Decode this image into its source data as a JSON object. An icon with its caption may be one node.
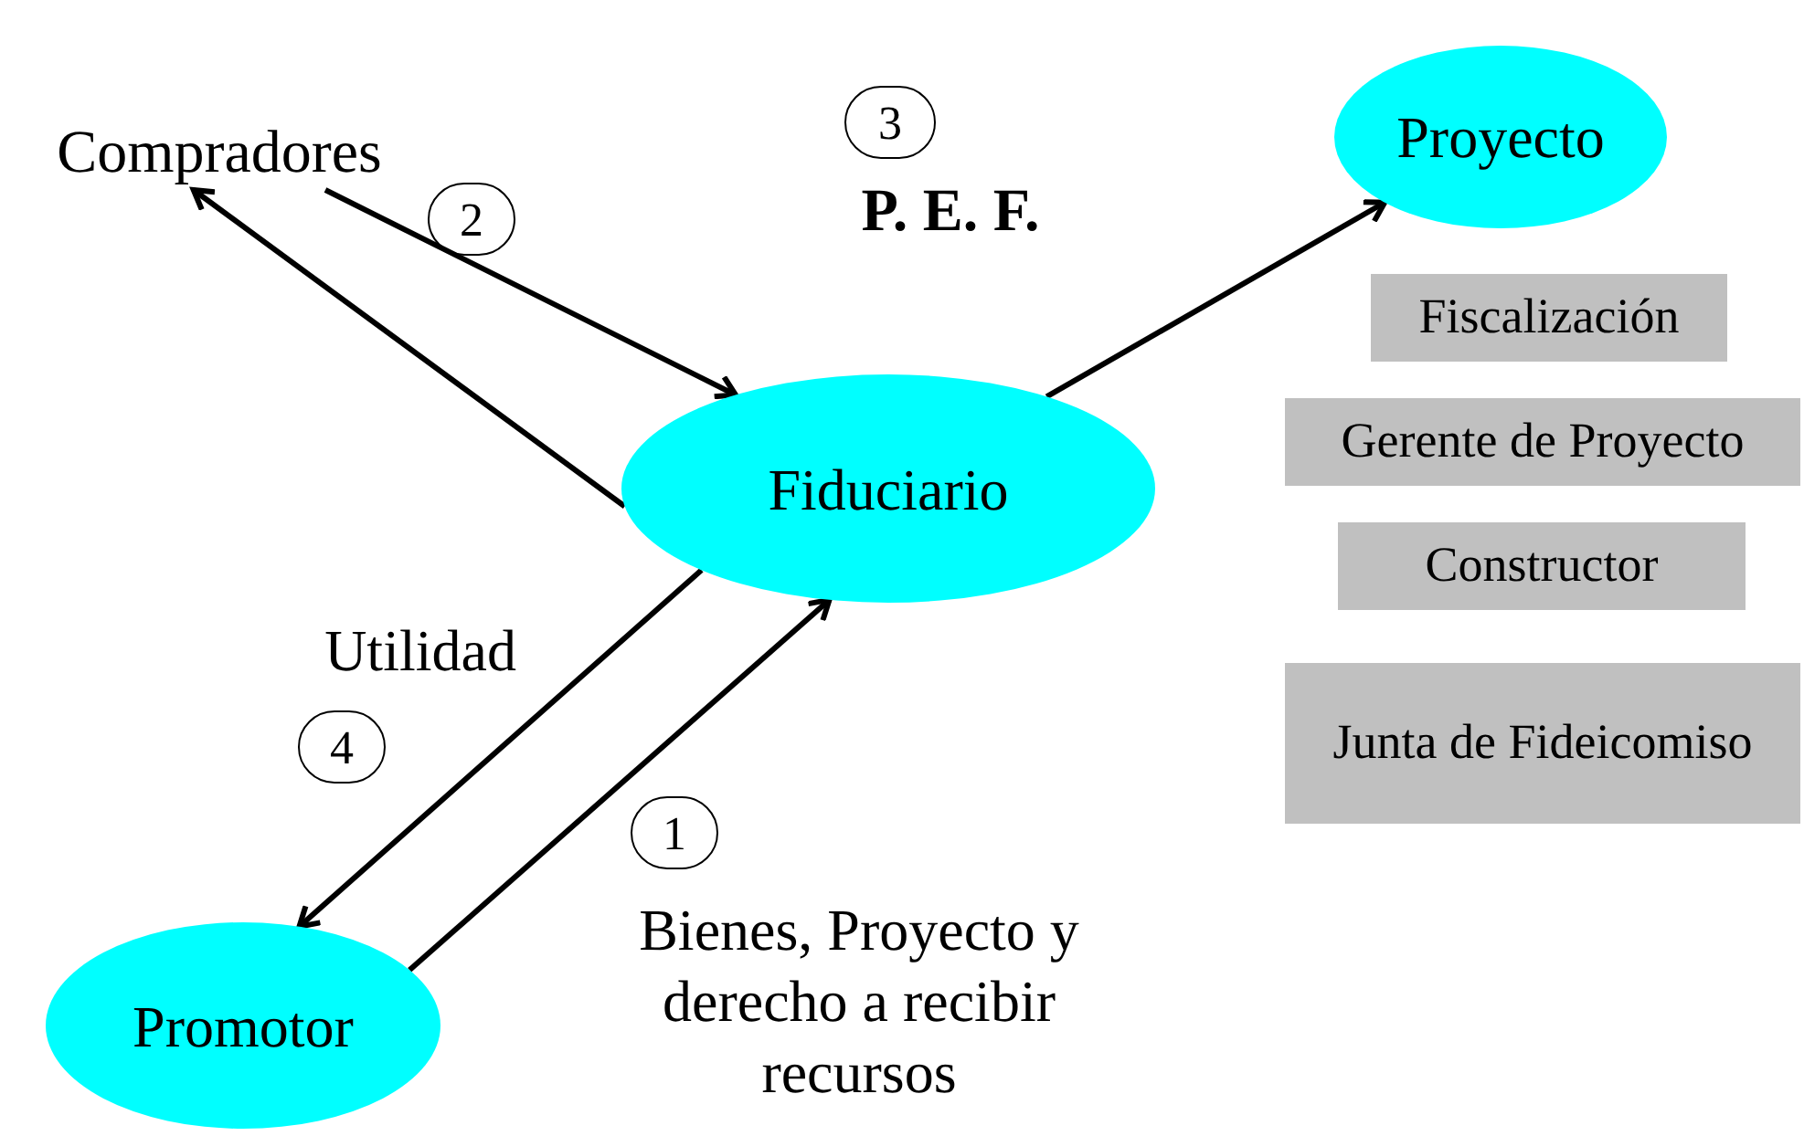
{
  "diagram": {
    "nodes": [
      {
        "text": [
          "Compradores"
        ]
      },
      {
        "text": [
          "Proyecto"
        ]
      },
      {
        "text": [
          "Fiduciario"
        ]
      },
      {
        "text": [
          "Promotor"
        ]
      },
      {
        "text": [
          "Fiscalización"
        ]
      },
      {
        "text": [
          "Gerente de Proyecto"
        ]
      },
      {
        "text": [
          "Constructor"
        ]
      },
      {
        "text": [
          "Junta de Fideicomiso"
        ]
      }
    ],
    "edges": [
      {
        "from": 0,
        "to": 2,
        "arrow": "to"
      },
      {
        "from": 2,
        "to": 0,
        "arrow": "to"
      },
      {
        "from": 2,
        "to": 1,
        "arrow": "to"
      },
      {
        "from": 2,
        "to": 3,
        "arrow": "to"
      },
      {
        "from": 3,
        "to": 2,
        "arrow": "to"
      }
    ],
    "labels": [
      "3",
      "P. E. F.",
      "2",
      "Utilidad",
      "4",
      "1",
      "Bienes, Proyecto y derecho a recibir recursos"
    ]
  }
}
